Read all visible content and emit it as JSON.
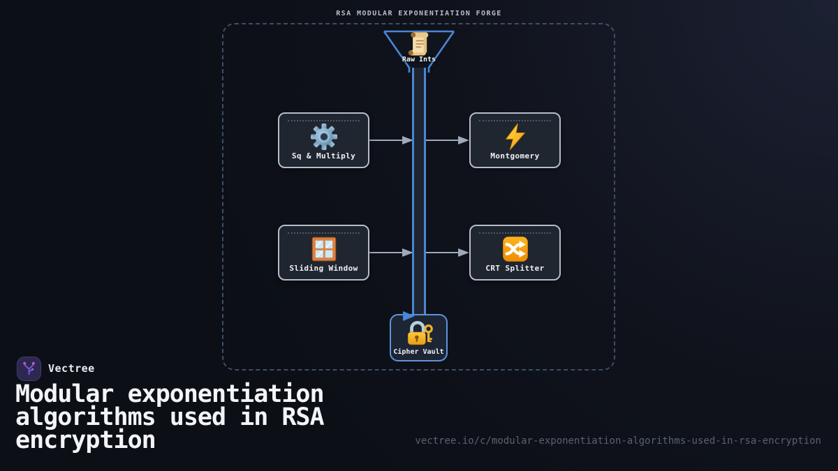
{
  "header": {
    "title": "RSA MODULAR EXPONENTIATION FORGE"
  },
  "pipeline": {
    "source": {
      "label": "Raw Ints",
      "icon": "scroll-icon"
    },
    "nodes": [
      {
        "label": "Sq & Multiply",
        "icon": "gear-icon"
      },
      {
        "label": "Montgomery",
        "icon": "lightning-icon"
      },
      {
        "label": "Sliding Window",
        "icon": "window-icon"
      },
      {
        "label": "CRT Splitter",
        "icon": "shuffle-icon"
      }
    ],
    "sink": {
      "label": "Cipher Vault",
      "icon": "locked-with-key-icon"
    }
  },
  "footer": {
    "brand": "Vectree",
    "title": "Modular exponentiation algorithms used in RSA encryption",
    "url": "vectree.io/c/modular-exponentiation-algorithms-used-in-rsa-encryption"
  },
  "colors": {
    "background": "#0c0f16",
    "pipe_blue": "#4a86d6",
    "node_border": "#b5bdc9",
    "node_bg": "#20262f",
    "dashed_border": "#3e4e63",
    "arrow": "#9fa9ba",
    "vault_border": "#5f93dd",
    "heading_text": "#f2f4f8",
    "url_text": "#5a6270",
    "logo_bg": "#2c2850",
    "logo_stroke": "#7657cf",
    "logo_dot": "#cc4fd4"
  }
}
